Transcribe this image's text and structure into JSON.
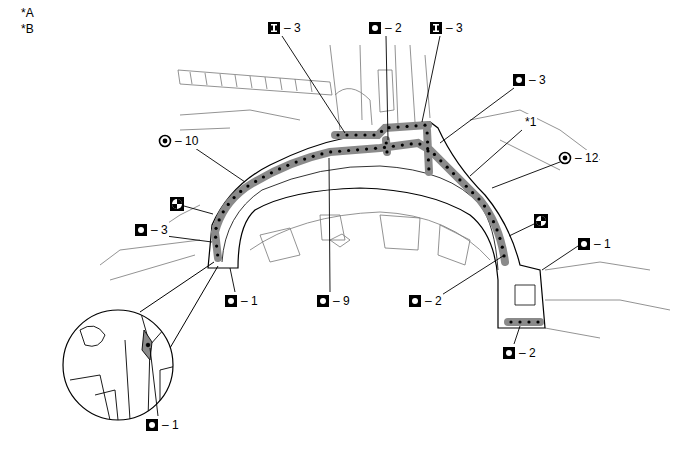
{
  "diagram": {
    "labels": [
      "*A",
      "*B",
      "– 3",
      "– 2",
      "– 3",
      "– 3",
      "*1",
      "– 10",
      "– 12",
      "– 3",
      "– 1",
      "– 1",
      "– 9",
      "– 2",
      "– 2",
      "– 1"
    ]
  }
}
